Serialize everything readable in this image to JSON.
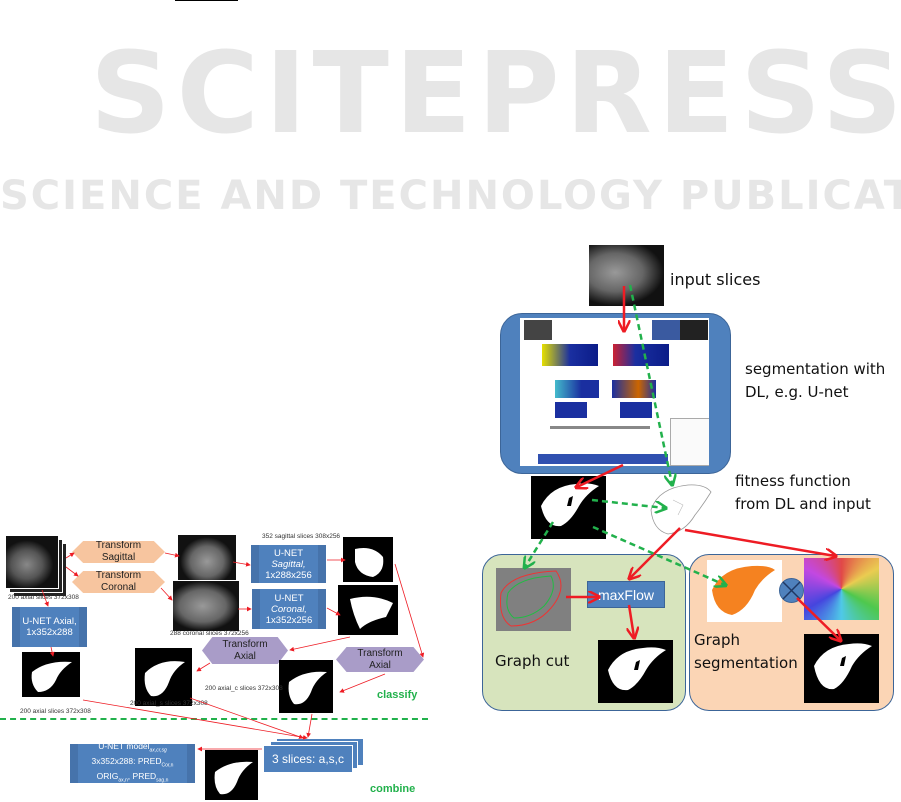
{
  "watermark": {
    "line1": "SCITEPRESS",
    "line2": "SCIENCE AND TECHNOLOGY PUBLICATIONS"
  },
  "left_figure": {
    "transform_sagittal": "Transform Sagittal",
    "transform_coronal": "Transform Coronal",
    "transform_axial_1": "Transform Axial",
    "transform_axial_2": "Transform Axial",
    "unet_sagittal": {
      "l1": "U-NET",
      "l2": "Sagittal,",
      "l3": "1x288x256"
    },
    "unet_coronal": {
      "l1": "U-NET",
      "l2": "Coronal,",
      "l3": "1x352x256"
    },
    "unet_axial": {
      "l1": "U-NET Axial,",
      "l2": "1x352x288"
    },
    "unet_model": {
      "l1": "U-NET model",
      "l1_sub": "ax,cr,sg",
      "l2": "3x352x288: PRED",
      "l2_sub": "Cor,n",
      "l3": "ORIG",
      "l3_sub": "ax,n",
      "l3b": ", PRED",
      "l3b_sub": "sag,n"
    },
    "cap_sagittal": "352 sagittal slices 308x256",
    "cap_axial_input": "200 axial slices 372x308",
    "cap_coronal": "288 coronal slices 372x256",
    "cap_axial_c": "200 axial_c slices 372x308",
    "cap_axial_s": "200 axial_s slices 372x308",
    "cap_axial_out": "200 axial slices 372x308",
    "three_slices": "3 slices: a,s,c",
    "classify": "classify",
    "combine": "combine"
  },
  "right_figure": {
    "input_slices": "input slices",
    "segmentation_l1": "segmentation with",
    "segmentation_l2": "DL, e.g. U-net",
    "fitness_l1": "fitness function",
    "fitness_l2": "from DL and input",
    "maxflow": "maxFlow",
    "graph_cut": "Graph cut",
    "graph_seg_l1": "Graph",
    "graph_seg_l2": "segmentation"
  },
  "colors": {
    "red_arrow": "#ee1c24",
    "green_dashed": "#22b14c",
    "unet_blue": "#4f81bd",
    "graphcut_bg": "#d7e4bd",
    "graphseg_bg": "#fbd5b5",
    "liver_orange": "#f58220"
  }
}
